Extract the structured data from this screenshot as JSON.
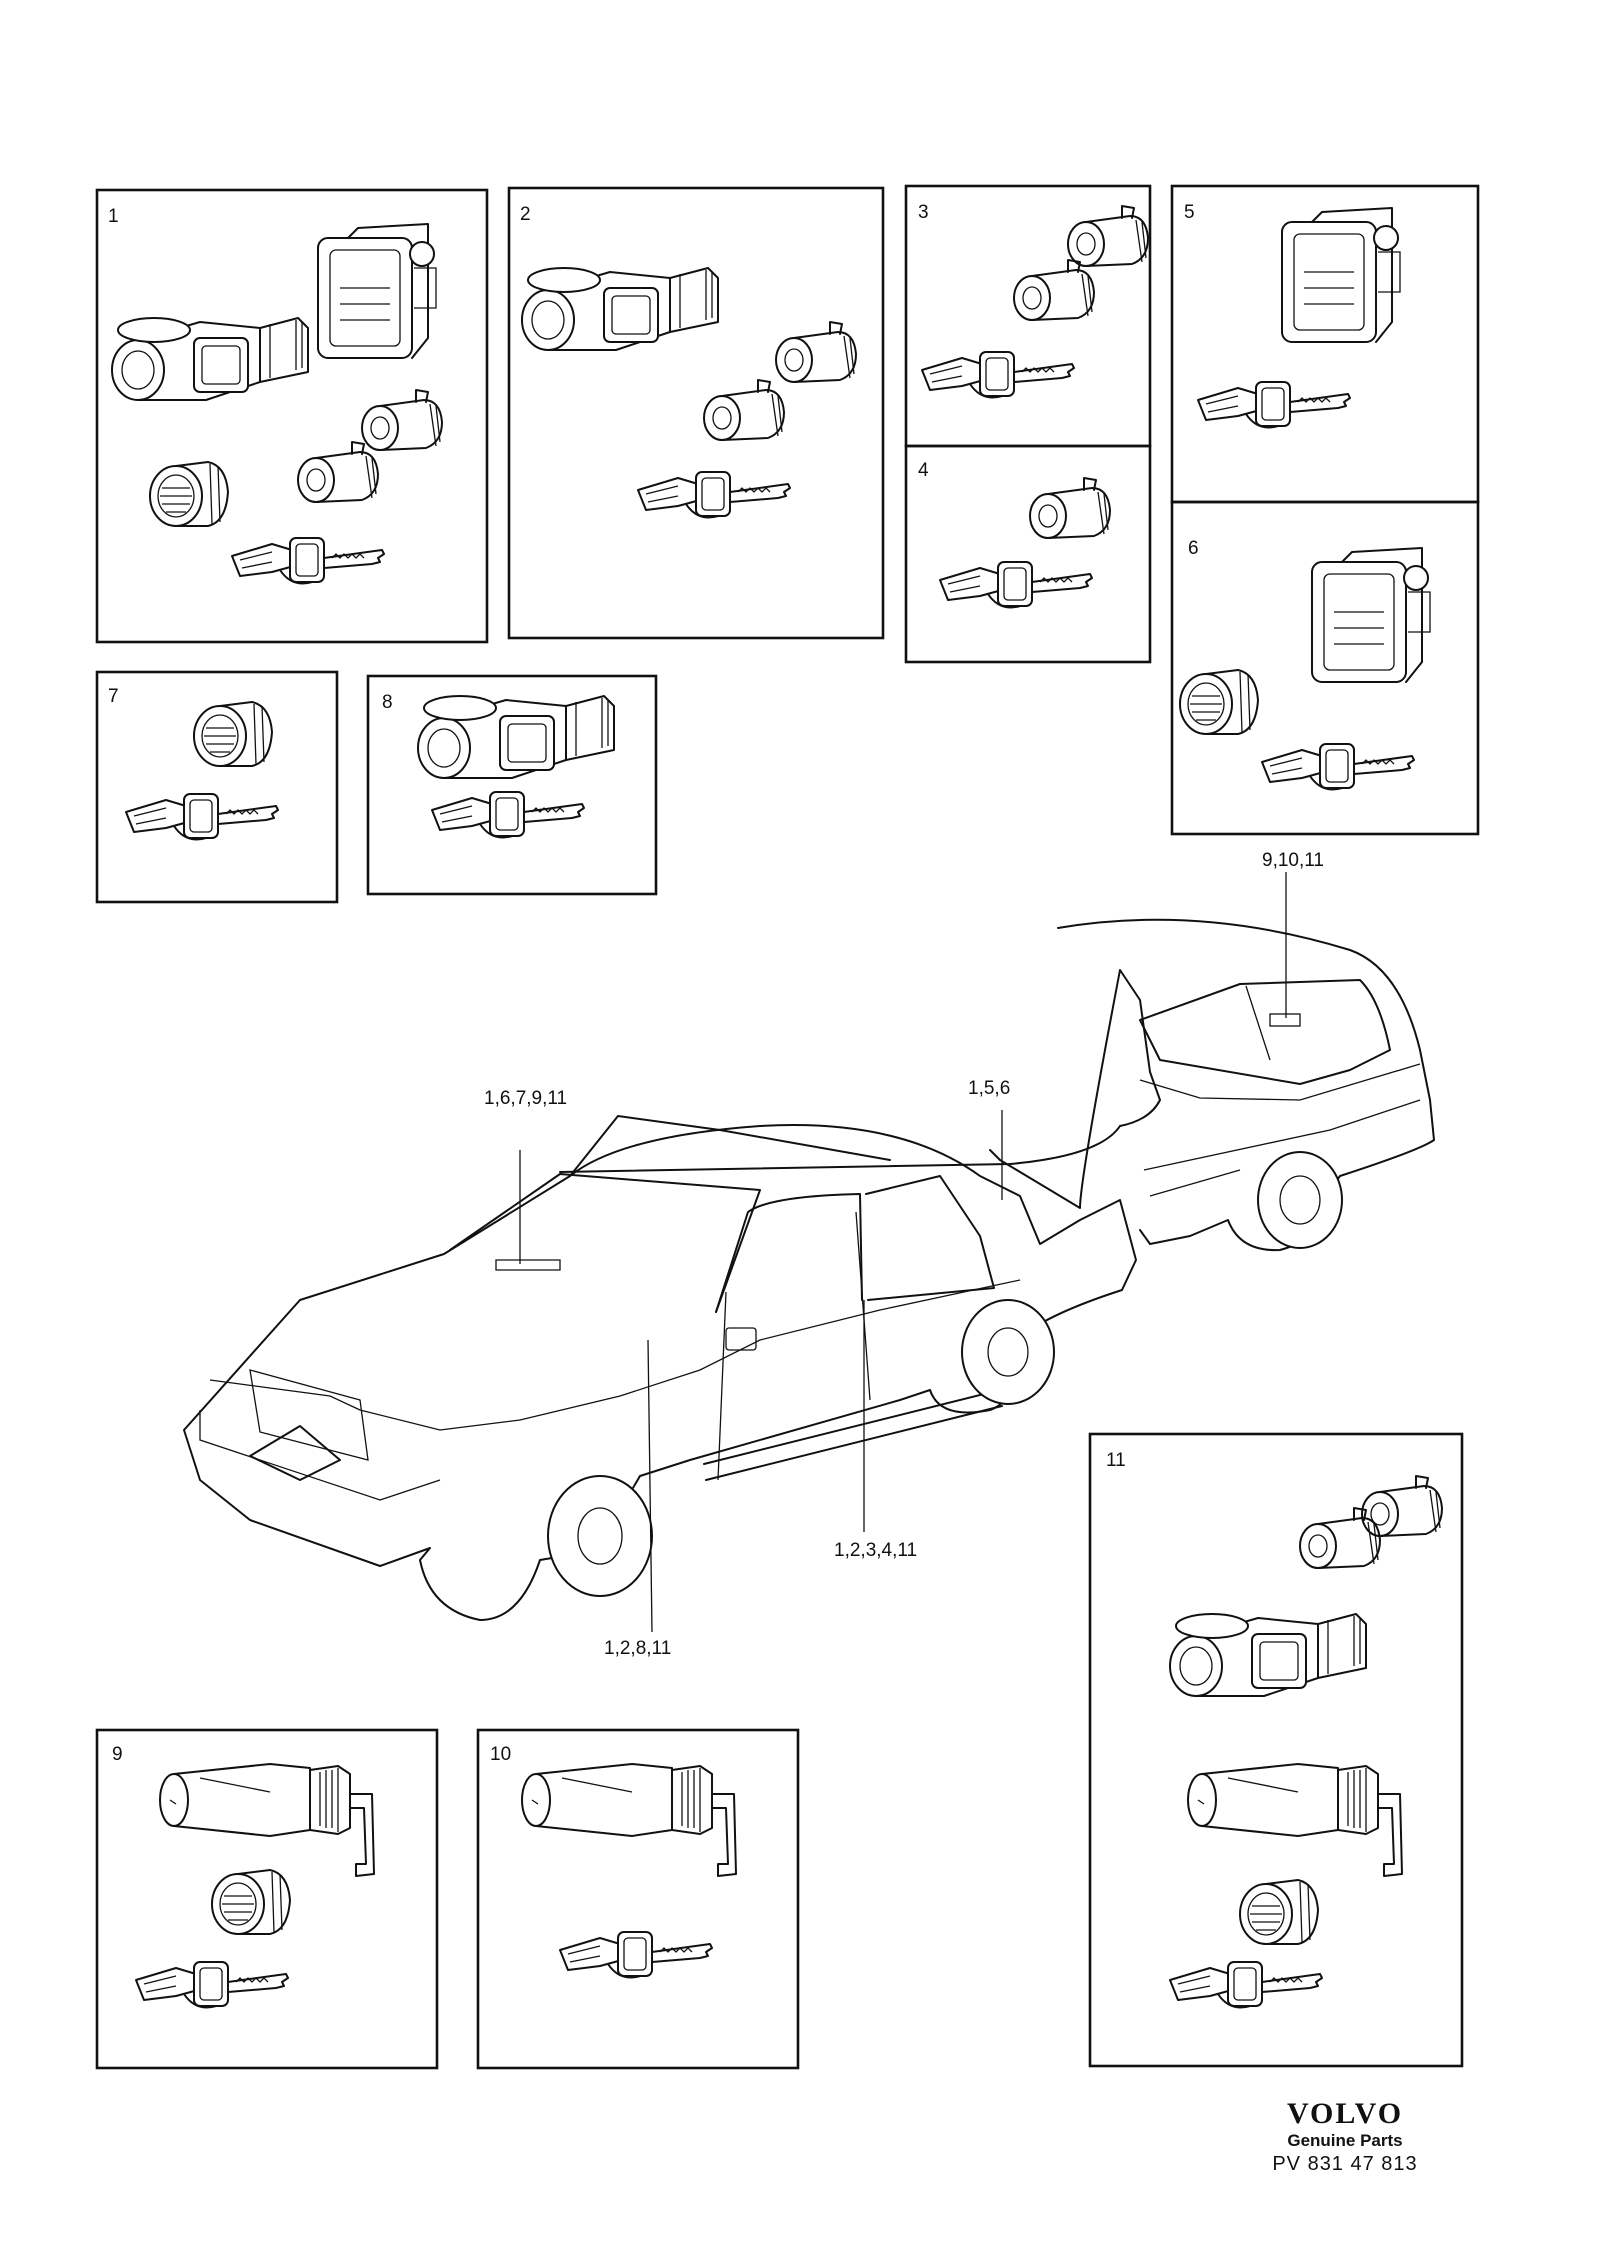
{
  "panels": [
    {
      "num": "1",
      "parts": [
        "ignition-switch",
        "boot-lock",
        "door-lock-cylinder",
        "glovebox-lock",
        "instrument-panel-lock",
        "key"
      ]
    },
    {
      "num": "2",
      "parts": [
        "ignition-switch",
        "door-lock-cylinder",
        "boot-lock",
        "key"
      ]
    },
    {
      "num": "3",
      "parts": [
        "boot-lock",
        "door-lock-cylinder",
        "key"
      ]
    },
    {
      "num": "4",
      "parts": [
        "door-lock-cylinder",
        "key"
      ]
    },
    {
      "num": "5",
      "parts": [
        "instrument-panel-lock",
        "key"
      ]
    },
    {
      "num": "6",
      "parts": [
        "instrument-panel-lock",
        "glovebox-lock",
        "key"
      ]
    },
    {
      "num": "7",
      "parts": [
        "glovebox-lock",
        "key"
      ]
    },
    {
      "num": "8",
      "parts": [
        "ignition-switch",
        "key"
      ]
    },
    {
      "num": "9",
      "parts": [
        "tailgate-lock",
        "glovebox-lock",
        "key"
      ]
    },
    {
      "num": "10",
      "parts": [
        "tailgate-lock",
        "key"
      ]
    },
    {
      "num": "11",
      "parts": [
        "door-lock-cylinder",
        "boot-lock",
        "ignition-switch",
        "tailgate-lock",
        "glovebox-lock",
        "key"
      ]
    }
  ],
  "callouts": {
    "estate_tailgate": "9,10,11",
    "glovebox": "1,6,7,9,11",
    "boot": "1,5,6",
    "door": "1,2,3,4,11",
    "ignition": "1,2,8,11"
  },
  "brand": {
    "logo": "VOLVO",
    "subtitle": "Genuine Parts",
    "code": "PV 831 47 813"
  }
}
